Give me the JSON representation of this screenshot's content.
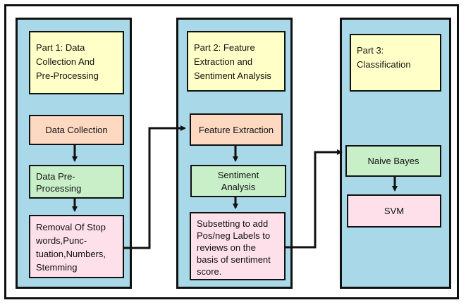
{
  "panels": [
    {
      "title": "Part 1: Data\nCollection And\nPre-Processing",
      "boxes": [
        "Data Collection",
        "Data Pre-\nProcessing",
        "Removal Of Stop\nwords,Punc-\ntuation,Numbers,\nStemming"
      ]
    },
    {
      "title": "Part 2: Feature\nExtraction and\nSentiment Analysis",
      "boxes": [
        "Feature Extraction",
        "Sentiment\nAnalysis",
        "Subsetting to add\nPos/neg Labels to\nreviews on the\nbasis of sentiment\nscore."
      ]
    },
    {
      "title": "Part 3:\nClassification",
      "boxes": [
        "Naive Bayes",
        "SVM"
      ]
    }
  ],
  "colors": {
    "panel": "#a9d9e8",
    "title_box": "#ffffc8",
    "orange_box": "#fcd9c0",
    "green_box": "#c8efc8",
    "pink_box": "#fde0ea",
    "arrow": "#111111"
  }
}
